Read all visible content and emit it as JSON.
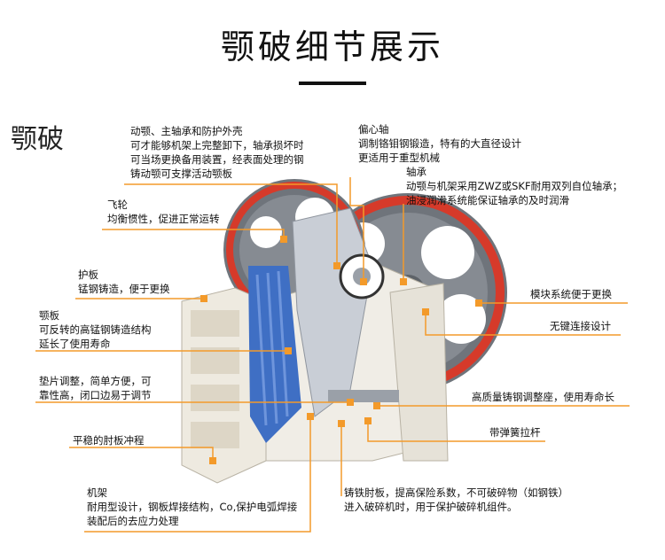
{
  "header": {
    "title": "颚破细节展示"
  },
  "section_label": "颚破",
  "colors": {
    "accent": "#f39a2a",
    "wheel_rim": "#d63a2a",
    "wheel_body": "#7a7f86",
    "jaw_blue": "#3f6fc4",
    "frame": "#eeeae0"
  },
  "callouts": {
    "moving_jaw": {
      "text": "动颚、主轴承和防护外壳\n可才能够机架上完整卸下，轴承损坏时\n可当场更换备用装置，经表面处理的钢\n铸动颚可支撑活动颚板"
    },
    "flywheel": {
      "head": "飞轮",
      "body": "均衡惯性，促进正常运转"
    },
    "guard_plate": {
      "head": "护板",
      "body": "锰钢铸造，便于更换"
    },
    "jaw_plate": {
      "head": "颚板",
      "body": "可反转的高锰钢铸造结构\n延长了使用寿命"
    },
    "shim_adjust": {
      "text": "垫片调整，简单方便，可\n靠性高，闭口边易于调节"
    },
    "toggle_stroke": {
      "text": "平稳的肘板冲程"
    },
    "frame": {
      "head": "机架",
      "body": "耐用型设计，钢板焊接结构，Co,保护电弧焊接\n装配后的去应力处理"
    },
    "eccentric_shaft": {
      "head": "偏心轴",
      "body": "调制铬钼钢锻造，特有的大直径设计\n更适用于重型机械"
    },
    "bearing": {
      "head": "轴承",
      "body": "动颚与机架采用ZWZ或SKF耐用双列自位轴承；\n油浸润滑系统能保证轴承的及时润滑"
    },
    "module_system": {
      "text": "模块系统便于更换"
    },
    "keyless_design": {
      "text": "无键连接设计"
    },
    "adjust_seat": {
      "text": "高质量铸钢调整座，使用寿命长"
    },
    "spring_rod": {
      "text": "带弹簧拉杆"
    },
    "cast_iron_toggle": {
      "text": "铸铁肘板，提高保险系数，不可破碎物（如钢铁）\n进入破碎机时，用于保护破碎机组件。"
    }
  }
}
